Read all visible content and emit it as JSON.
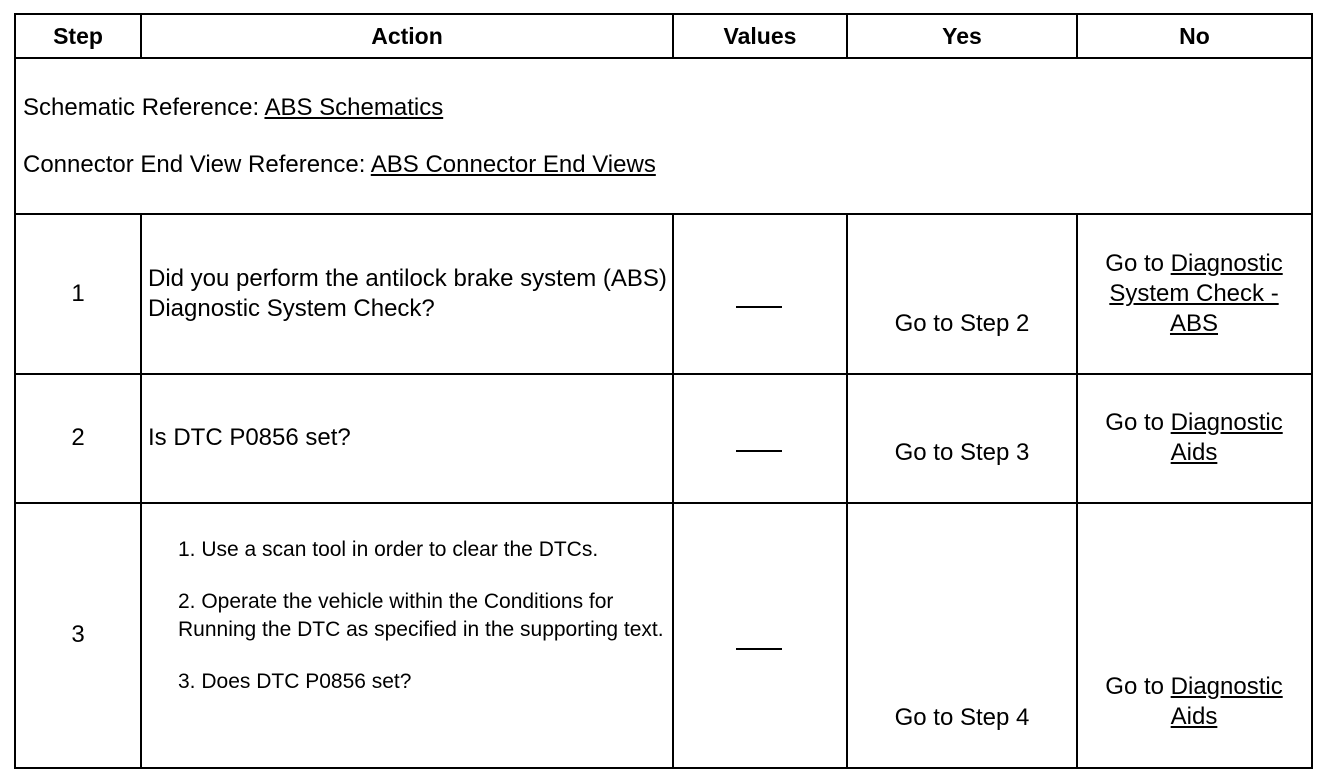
{
  "header": {
    "step": "Step",
    "action": "Action",
    "values": "Values",
    "yes": "Yes",
    "no": "No"
  },
  "references": {
    "schematic_label": "Schematic Reference: ",
    "schematic_link": "ABS Schematics",
    "connector_label": "Connector End View Reference: ",
    "connector_link": "ABS Connector End Views"
  },
  "rows": [
    {
      "step": "1",
      "action": "Did you perform the antilock brake system (ABS) Diagnostic System Check?",
      "yes": "Go to Step 2",
      "no_prefix": "Go to ",
      "no_link": "Diagnostic System Check - ABS"
    },
    {
      "step": "2",
      "action": "Is DTC P0856 set?",
      "yes": "Go to Step 3",
      "no_prefix": "Go to ",
      "no_link": "Diagnostic Aids"
    },
    {
      "step": "3",
      "action_items": [
        "1. Use a scan tool in order to clear the DTCs.",
        "2. Operate the vehicle within the Conditions for Running the DTC as specified in the supporting text.",
        "3. Does DTC P0856 set?"
      ],
      "yes": "Go to Step 4",
      "no_prefix": "Go to ",
      "no_link": "Diagnostic Aids"
    }
  ]
}
